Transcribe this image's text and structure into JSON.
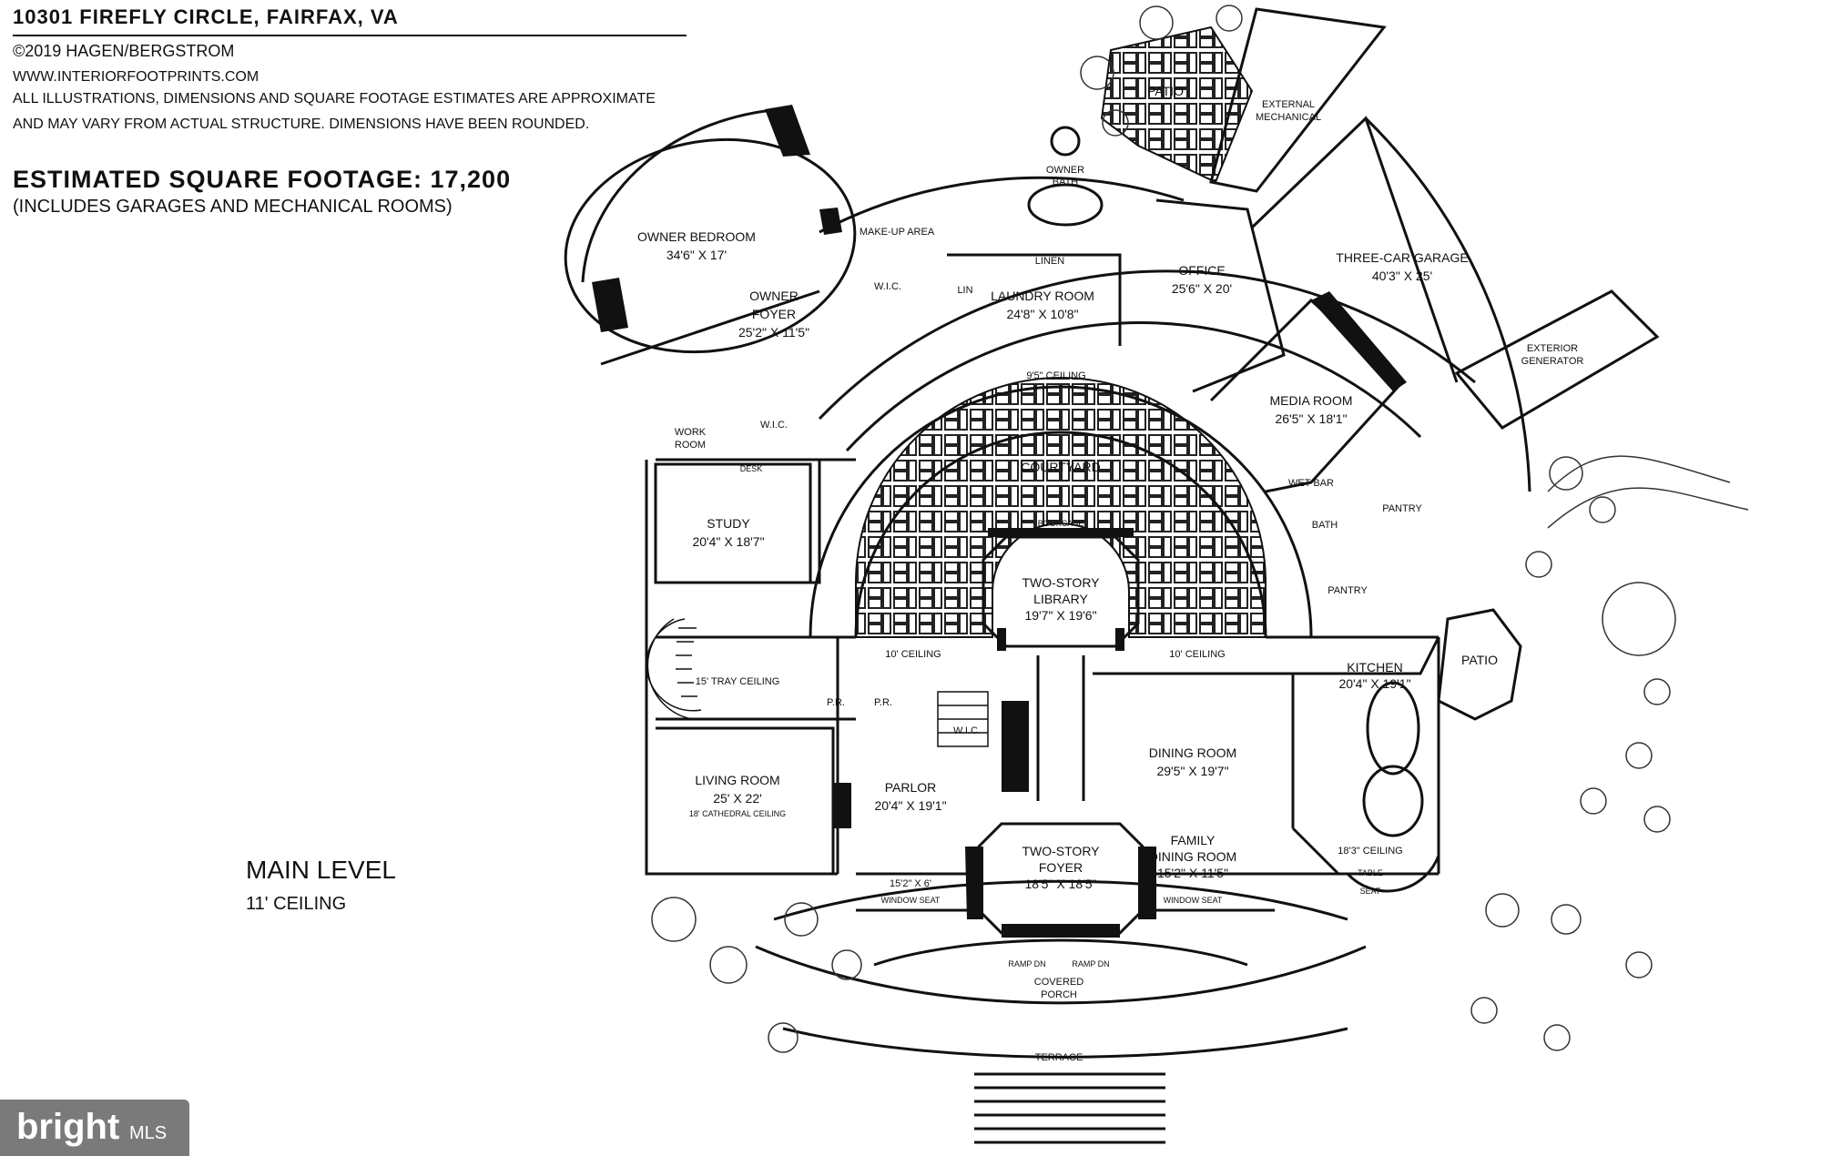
{
  "header": {
    "address": "10301 FIREFLY CIRCLE, FAIRFAX, VA",
    "copyright": "©2019 HAGEN/BERGSTROM",
    "website": "WWW.INTERIORFOOTPRINTS.COM",
    "disclaimer_1": "ALL ILLUSTRATIONS, DIMENSIONS AND SQUARE FOOTAGE ESTIMATES ARE APPROXIMATE",
    "disclaimer_2": "AND MAY VARY FROM ACTUAL STRUCTURE. DIMENSIONS HAVE BEEN ROUNDED.",
    "sqft": "ESTIMATED SQUARE FOOTAGE: 17,200",
    "sqft_note": "(INCLUDES GARAGES AND MECHANICAL ROOMS)"
  },
  "level": {
    "name": "MAIN LEVEL",
    "ceiling": "11' CEILING"
  },
  "rooms": {
    "owner_bedroom": {
      "name": "OWNER BEDROOM",
      "dim": "34'6\" X 17'"
    },
    "owner_foyer": {
      "name1": "OWNER",
      "name2": "FOYER",
      "dim": "25'2\" X 11'5\""
    },
    "owner_bath": {
      "name1": "OWNER",
      "name2": "BATH"
    },
    "make_up": "MAKE-UP AREA",
    "wic": "W.I.C.",
    "wic2": "W.I.C.",
    "wic3": "W.I.C.",
    "laundry": {
      "name": "LAUNDRY ROOM",
      "dim": "24'8\" X 10'8\""
    },
    "linen": "LINEN",
    "lin": "LIN",
    "office": {
      "name": "OFFICE",
      "dim": "25'6\" X 20'"
    },
    "patio_top": "PATIO",
    "external_mech": {
      "name1": "EXTERNAL",
      "name2": "MECHANICAL"
    },
    "garage": {
      "name": "THREE-CAR GARAGE",
      "dim": "40'3\" X 25'"
    },
    "generator": {
      "name1": "EXTERIOR",
      "name2": "GENERATOR"
    },
    "media": {
      "name": "MEDIA ROOM",
      "dim": "26'5\" X 18'1\""
    },
    "ceiling_95": "9'5\" CEILING",
    "work_room": {
      "name1": "WORK",
      "name2": "ROOM"
    },
    "study": {
      "name": "STUDY",
      "dim": "20'4\" X 18'7\""
    },
    "courtyard": "COURTYARD",
    "library": {
      "name1": "TWO-STORY",
      "name2": "LIBRARY",
      "dim": "19'7\" X 19'6\""
    },
    "wet_bar": "WET BAR",
    "bath": "BATH",
    "pantry1": "PANTRY",
    "pantry2": "PANTRY",
    "tray": "15' TRAY CEILING",
    "ceiling_10a": "10' CEILING",
    "ceiling_10b": "10' CEILING",
    "pr1": "P.R.",
    "pr2": "P.R.",
    "kitchen": {
      "name": "KITCHEN",
      "dim": "20'4\" X 19'1\""
    },
    "patio_right": "PATIO",
    "living": {
      "name": "LIVING ROOM",
      "dim": "25' X 22'",
      "note": "18' CATHEDRAL CEILING"
    },
    "parlor": {
      "name": "PARLOR",
      "dim": "20'4\" X 19'1\""
    },
    "dining": {
      "name": "DINING ROOM",
      "dim": "29'5\" X 19'7\""
    },
    "foyer": {
      "name1": "TWO-STORY",
      "name2": "FOYER",
      "dim": "18'5\" X 18'5\""
    },
    "family_dining": {
      "name1": "FAMILY",
      "name2": "DINING ROOM",
      "dim": "15'2\" X 11'5\""
    },
    "bay": "15'2\" X 6'",
    "window_seat1": "WINDOW SEAT",
    "window_seat2": "WINDOW SEAT",
    "ceiling_183": "18'3\" CEILING",
    "table": "TABLE",
    "seat": "SEAT",
    "porch": {
      "name1": "COVERED",
      "name2": "PORCH"
    },
    "ramp_l": "RAMP DN",
    "ramp_r": "RAMP DN",
    "terrace": "TERRACE",
    "desk": "DESK",
    "bookcase": "BOOKCASE"
  },
  "watermark": {
    "brand": "bright",
    "suffix": "MLS"
  }
}
